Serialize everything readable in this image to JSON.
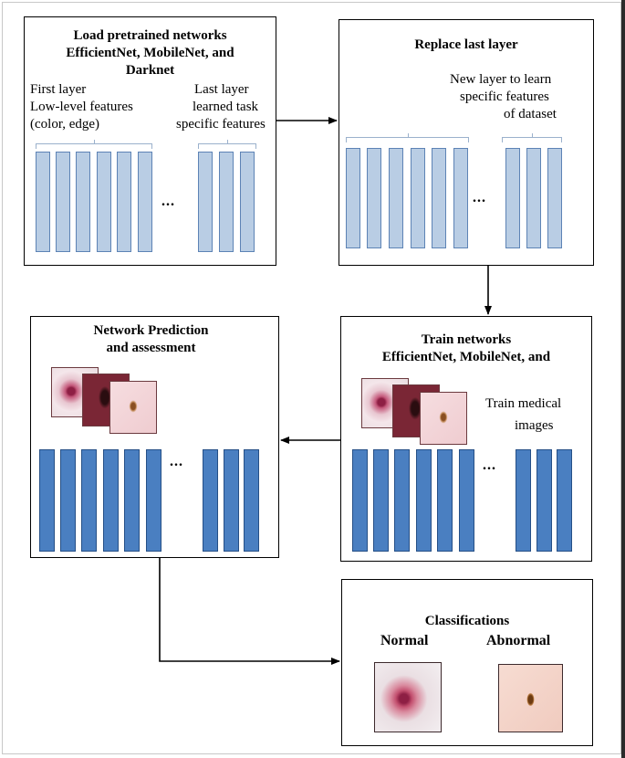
{
  "boxes": {
    "load": {
      "title_lines": [
        "Load pretrained networks",
        "EfficientNet, MobileNet, and",
        "Darknet"
      ],
      "first_layer_lines": [
        "First layer",
        "Low-level features",
        "(color, edge)"
      ],
      "last_layer_lines": [
        "Last layer",
        "learned task",
        "specific features"
      ],
      "ellipsis": "..."
    },
    "replace": {
      "title": "Replace last layer",
      "new_layer_lines": [
        "New layer to learn",
        "specific features",
        "of dataset"
      ],
      "ellipsis": "..."
    },
    "train": {
      "title_lines": [
        "Train networks",
        "EfficientNet, MobileNet, and"
      ],
      "note_lines": [
        "Train medical",
        "images"
      ],
      "ellipsis": "..."
    },
    "predict": {
      "title_lines": [
        "Network Prediction",
        "and assessment"
      ],
      "ellipsis": "..."
    },
    "classify": {
      "title": "Classifications",
      "normal_label": "Normal",
      "abnormal_label": "Abnormal"
    }
  },
  "colors": {
    "layer_light": "#b9cde4",
    "layer_dark": "#4a7fc1",
    "arrow": "#000000"
  }
}
